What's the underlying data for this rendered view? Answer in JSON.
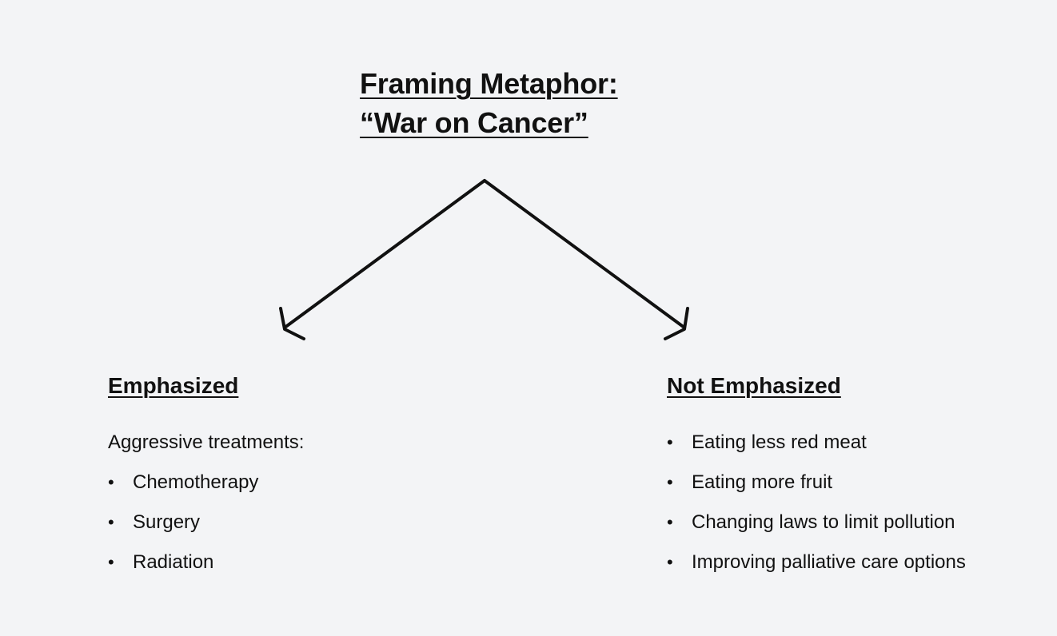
{
  "title": {
    "line1": "Framing Metaphor:",
    "line2": "“War on Cancer”"
  },
  "diagram": {
    "arrows": [
      "left-arrow",
      "right-arrow"
    ]
  },
  "emphasized": {
    "heading": "Emphasized",
    "intro": "Aggressive treatments:",
    "items": [
      "Chemotherapy",
      "Surgery",
      "Radiation"
    ]
  },
  "not_emphasized": {
    "heading": "Not Emphasized",
    "items": [
      "Eating less red meat",
      "Eating more fruit",
      "Changing laws to limit pollution",
      "Improving palliative care options"
    ]
  },
  "colors": {
    "background": "#f3f4f6",
    "text": "#111111"
  }
}
